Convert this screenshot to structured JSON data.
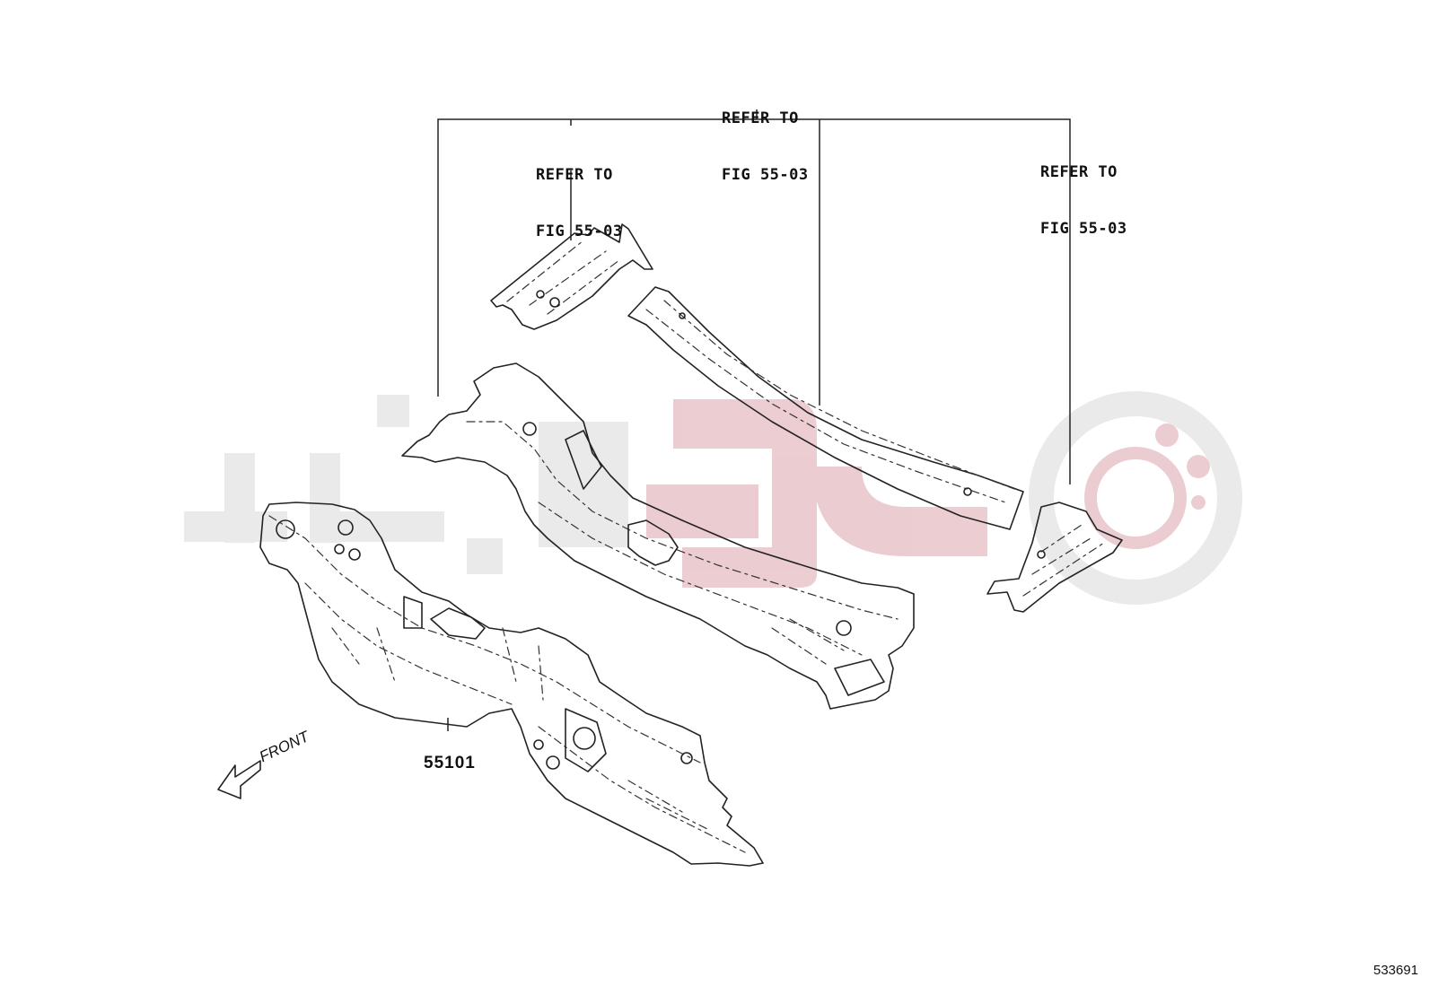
{
  "diagram": {
    "refs": [
      {
        "line1": "REFER TO",
        "line2": "FIG 55-03"
      },
      {
        "line1": "REFER TO",
        "line2": "FIG 55-03"
      },
      {
        "line1": "REFER TO",
        "line2": "FIG 55-03"
      }
    ],
    "part_number": "55101",
    "direction_label": "FRONT",
    "figure_id": "533691"
  },
  "watermark": {
    "color": "#e8c8cc",
    "gray": "#e6e6e6"
  }
}
